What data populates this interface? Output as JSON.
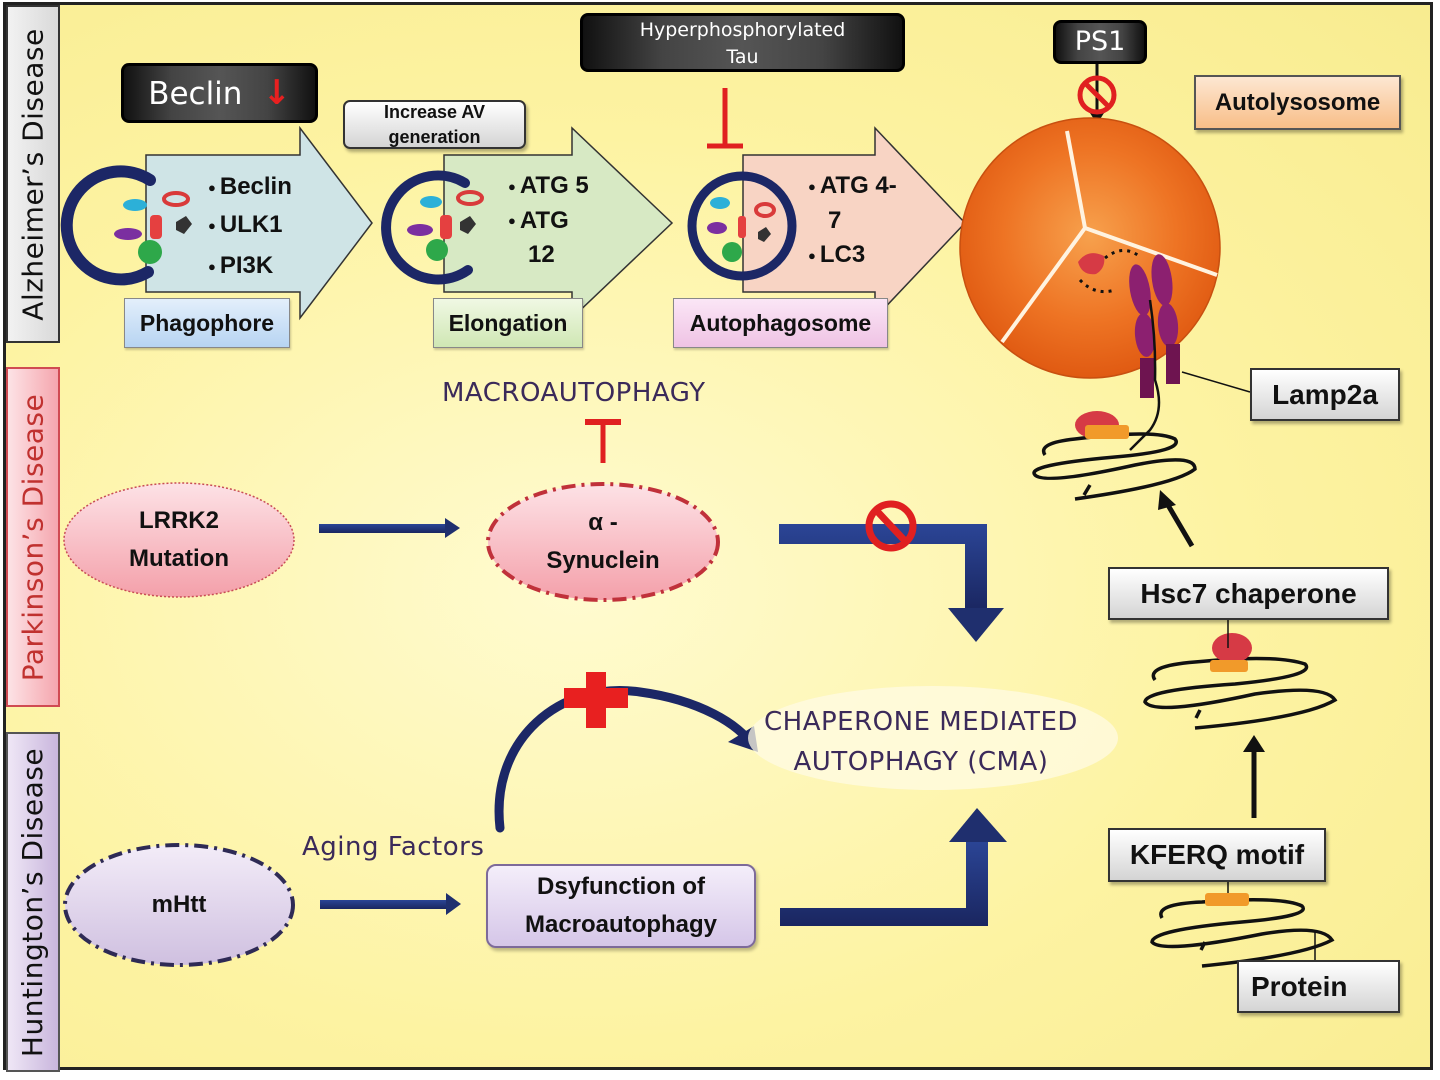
{
  "colors": {
    "background": "#fdf3a2",
    "arrow_navy": "#1f2f6e",
    "inhibit_red": "#e02020",
    "autolysosome_orange": "#ec6a1e",
    "lamp_purple": "#7a1a5e"
  },
  "diseases": {
    "alzheimers": "Alzheimer’s Disease",
    "parkinsons": "Parkinson’s Disease",
    "huntingtons": "Huntington’s Disease"
  },
  "alzheimers_panel": {
    "beclin_box": "Beclin",
    "beclin_indicator": "down-arrow-icon",
    "increase_av": [
      "Increase AV",
      "generation"
    ],
    "tau_box": [
      "Hyperphosphorylated",
      "Tau"
    ],
    "ps1_box": "PS1",
    "autolysosome_label": "Autolysosome",
    "stages": [
      {
        "label": "Phagophore",
        "bullets": [
          "Beclin",
          "ULK1",
          "PI3K"
        ]
      },
      {
        "label": "Elongation",
        "bullets": [
          "ATG 5",
          "ATG",
          "12"
        ]
      },
      {
        "label": "Autophagosome",
        "bullets": [
          "ATG 4-",
          "7",
          "LC3"
        ]
      }
    ]
  },
  "parkinsons_panel": {
    "lrrk2": [
      "LRRK2",
      "Mutation"
    ],
    "synuclein": [
      "α -",
      "Synuclein"
    ],
    "macroautophagy": "MACROAUTOPHAGY"
  },
  "huntingtons_panel": {
    "mhtt": "mHtt",
    "aging_factors": "Aging Factors",
    "dysfunction": [
      "Dsyfunction of",
      "Macroautophagy"
    ]
  },
  "cma": {
    "title": [
      "CHAPERONE MEDIATED",
      "AUTOPHAGY (CMA)"
    ],
    "lamp2a": "Lamp2a",
    "hsc7": "Hsc7 chaperone",
    "kferq": "KFERQ motif",
    "protein": "Protein"
  }
}
